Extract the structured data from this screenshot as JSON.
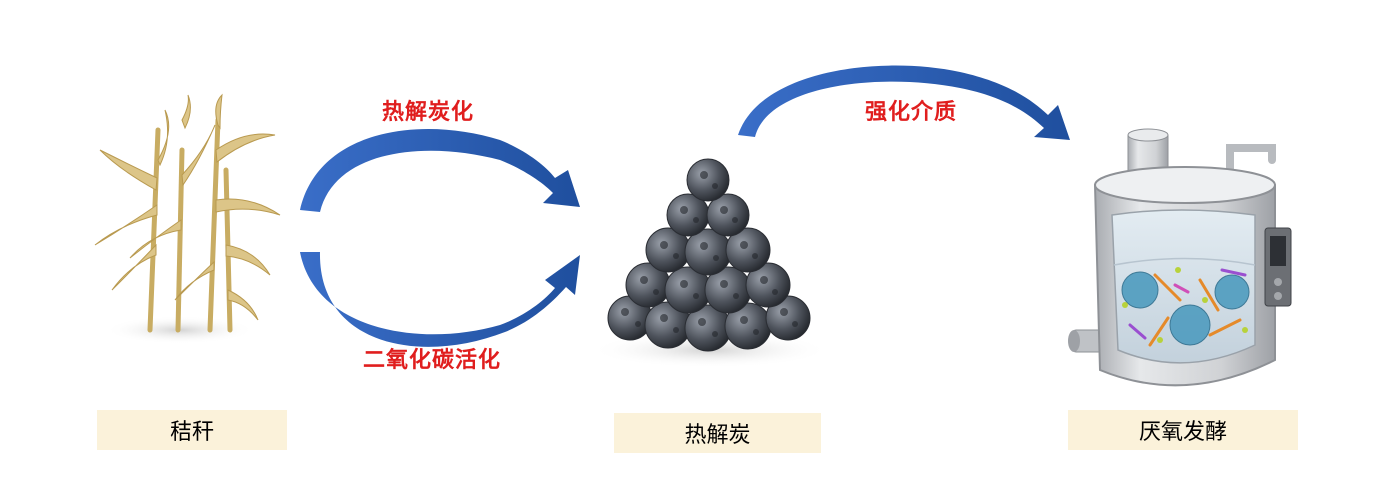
{
  "stages": {
    "straw": {
      "label": "秸秆",
      "icon": "corn-straw-icon"
    },
    "biochar": {
      "label": "热解炭",
      "icon": "biochar-pile-icon"
    },
    "digester": {
      "label": "厌氧发酵",
      "icon": "anaerobic-digester-icon"
    }
  },
  "processes": {
    "pyrolysis": {
      "label": "热解炭化"
    },
    "co2_activation": {
      "label": "二氧化碳活化"
    },
    "enhanced_medium": {
      "label": "强化介质"
    }
  },
  "colors": {
    "arrow": "#2f5fb8",
    "process_text": "#e01e1e",
    "label_box": "#fbf2da",
    "straw": "#d8c282",
    "biochar": "#4b4f58",
    "tank": "#cfd1d4"
  }
}
